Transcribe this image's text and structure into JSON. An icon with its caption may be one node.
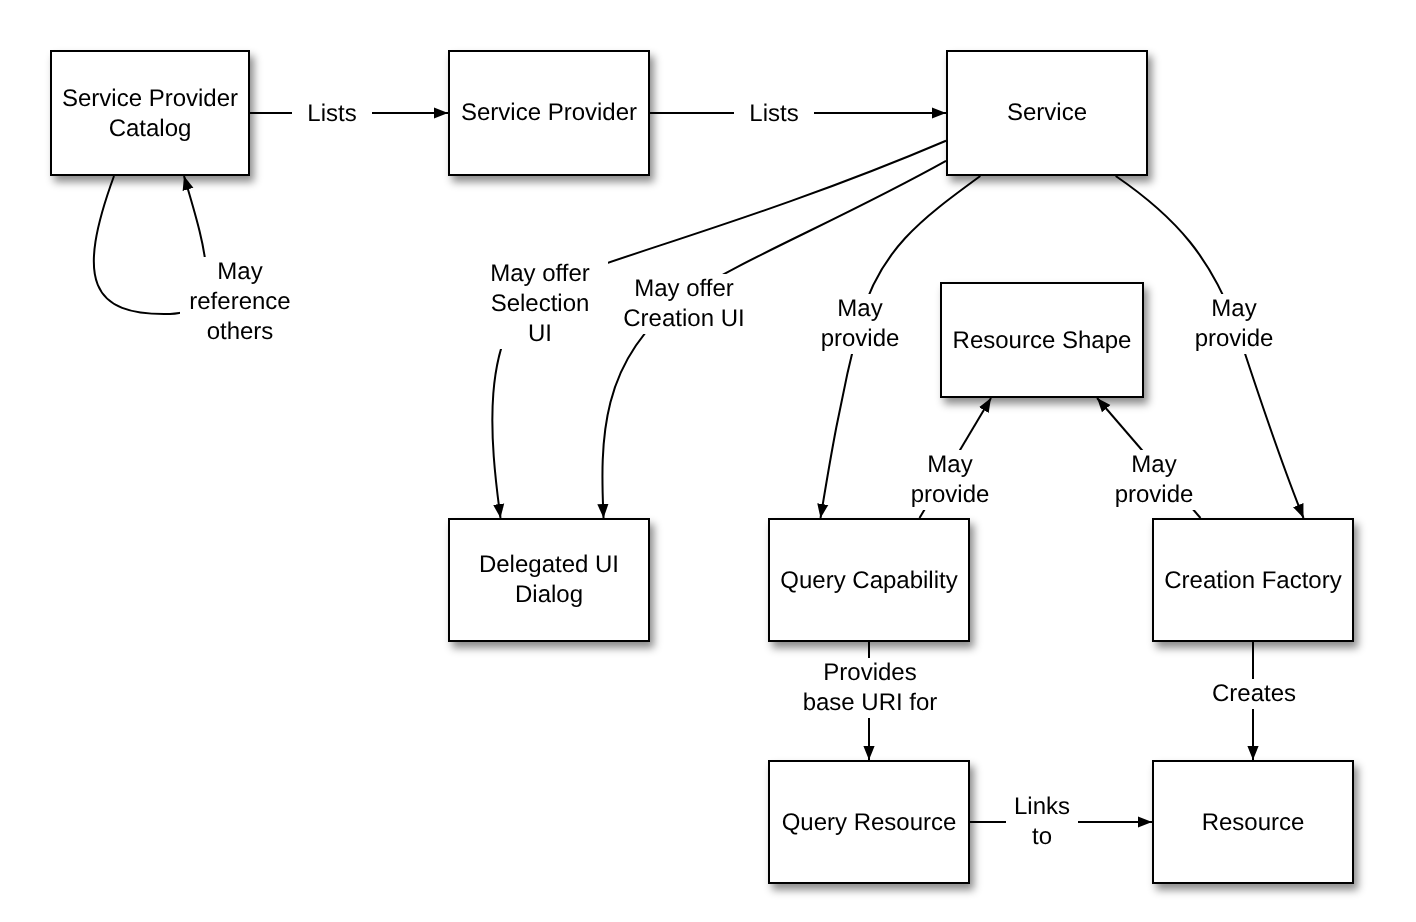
{
  "diagram": {
    "nodes": [
      {
        "text": [
          "Service Provider Catalog"
        ]
      },
      {
        "text": [
          "Service Provider"
        ]
      },
      {
        "text": [
          "Service"
        ]
      },
      {
        "text": [
          "Resource Shape"
        ]
      },
      {
        "text": [
          "Delegated UI Dialog"
        ]
      },
      {
        "text": [
          "Query Capability"
        ]
      },
      {
        "text": [
          "Creation Factory"
        ]
      },
      {
        "text": [
          "Query Resource"
        ]
      },
      {
        "text": [
          "Resource"
        ]
      }
    ],
    "edges": [
      {
        "from": 0,
        "to": 1,
        "arrow": "to",
        "label": "Lists"
      },
      {
        "from": 1,
        "to": 2,
        "arrow": "to",
        "label": "Lists"
      },
      {
        "from": 0,
        "to": 0,
        "arrow": "to",
        "label": "May reference others"
      },
      {
        "from": 2,
        "to": 4,
        "arrow": "to",
        "label": "May offer Selection UI"
      },
      {
        "from": 2,
        "to": 4,
        "arrow": "to",
        "label": "May offer Creation UI"
      },
      {
        "from": 2,
        "to": 5,
        "arrow": "to",
        "label": "May provide"
      },
      {
        "from": 2,
        "to": 6,
        "arrow": "to",
        "label": "May provide"
      },
      {
        "from": 5,
        "to": 3,
        "arrow": "to",
        "label": "May provide"
      },
      {
        "from": 6,
        "to": 3,
        "arrow": "to",
        "label": "May provide"
      },
      {
        "from": 5,
        "to": 7,
        "arrow": "to",
        "label": "Provides base URI for"
      },
      {
        "from": 7,
        "to": 8,
        "arrow": "to",
        "label": "Links to"
      },
      {
        "from": 6,
        "to": 8,
        "arrow": "to",
        "label": "Creates"
      }
    ]
  }
}
